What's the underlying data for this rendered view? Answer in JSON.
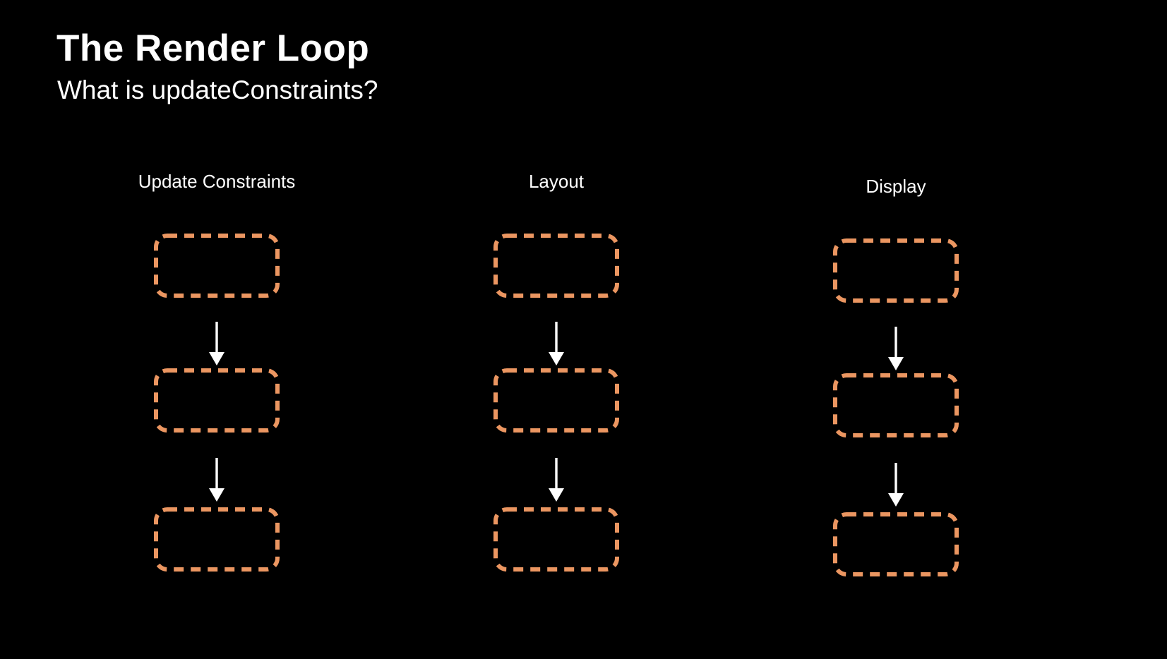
{
  "slide": {
    "title": "The Render Loop",
    "subtitle": "What is updateConstraints?"
  },
  "diagram": {
    "columns": [
      {
        "label": "Update Constraints",
        "box_count": 3,
        "arrow_count": 2
      },
      {
        "label": "Layout",
        "box_count": 3,
        "arrow_count": 2
      },
      {
        "label": "Display",
        "box_count": 3,
        "arrow_count": 2
      }
    ],
    "box_style": {
      "border_style": "dashed",
      "border_color": "#EB9661",
      "fill": "none",
      "contents": ""
    },
    "arrow": {
      "direction": "down",
      "color": "#FFFFFF"
    }
  },
  "colors": {
    "background": "#000000",
    "text": "#FFFFFF",
    "accent_orange": "#EB9661"
  }
}
